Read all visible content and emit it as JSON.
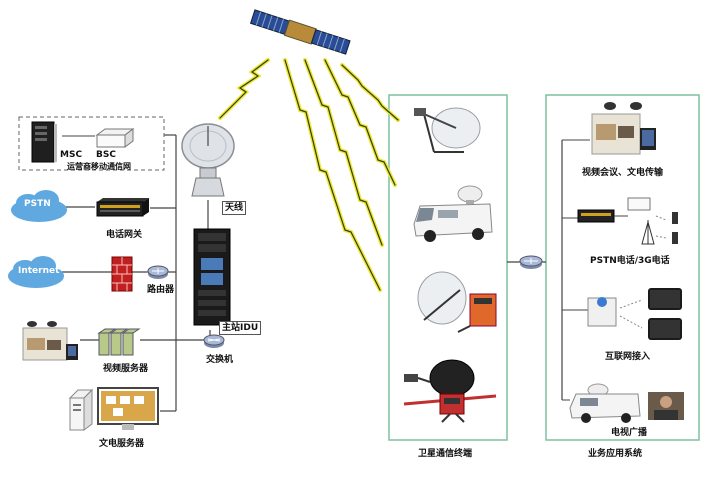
{
  "operator": {
    "msc": "MSC",
    "bsc": "BSC",
    "caption": "运营商移动通信网"
  },
  "pstn": {
    "cloud": "PSTN",
    "gateway": "电话网关"
  },
  "internet": {
    "cloud": "Internet",
    "router": "路由器"
  },
  "video_server": "视频服务器",
  "fax_server": "文电服务器",
  "antenna": "天线",
  "idu": "主站IDU",
  "switch": "交换机",
  "satellite_terminal": {
    "caption": "卫星通信终端"
  },
  "services": {
    "caption": "业务应用系统",
    "items": [
      {
        "label": "视频会议、文电传输"
      },
      {
        "label": "PSTN电话/3G电话"
      },
      {
        "label": "互联网接入"
      },
      {
        "label": "电视广播"
      }
    ]
  },
  "colors": {
    "link": "#e8e832",
    "panel_border": "#7fbf9f",
    "line": "#444444"
  }
}
